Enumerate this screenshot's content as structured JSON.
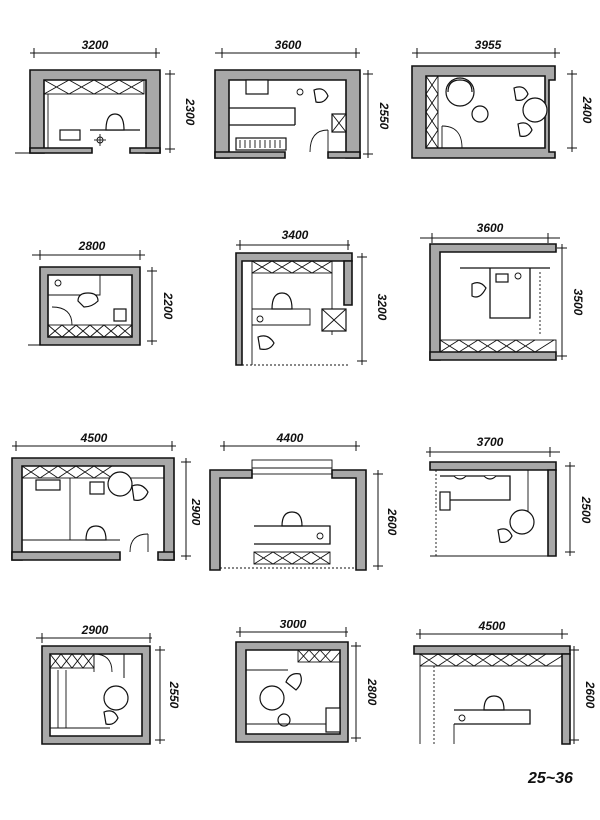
{
  "page_number": "25~36",
  "plans": [
    {
      "width_label": "3200",
      "depth_label": "2300"
    },
    {
      "width_label": "3600",
      "depth_label": "2550"
    },
    {
      "width_label": "3955",
      "depth_label": "2400"
    },
    {
      "width_label": "2800",
      "depth_label": "2200"
    },
    {
      "width_label": "3400",
      "depth_label": "3200"
    },
    {
      "width_label": "3600",
      "depth_label": "3500"
    },
    {
      "width_label": "4500",
      "depth_label": "2900"
    },
    {
      "width_label": "4400",
      "depth_label": "2600"
    },
    {
      "width_label": "3700",
      "depth_label": "2500"
    },
    {
      "width_label": "2900",
      "depth_label": "2550"
    },
    {
      "width_label": "3000",
      "depth_label": "2800"
    },
    {
      "width_label": "4500",
      "depth_label": "2600"
    }
  ]
}
